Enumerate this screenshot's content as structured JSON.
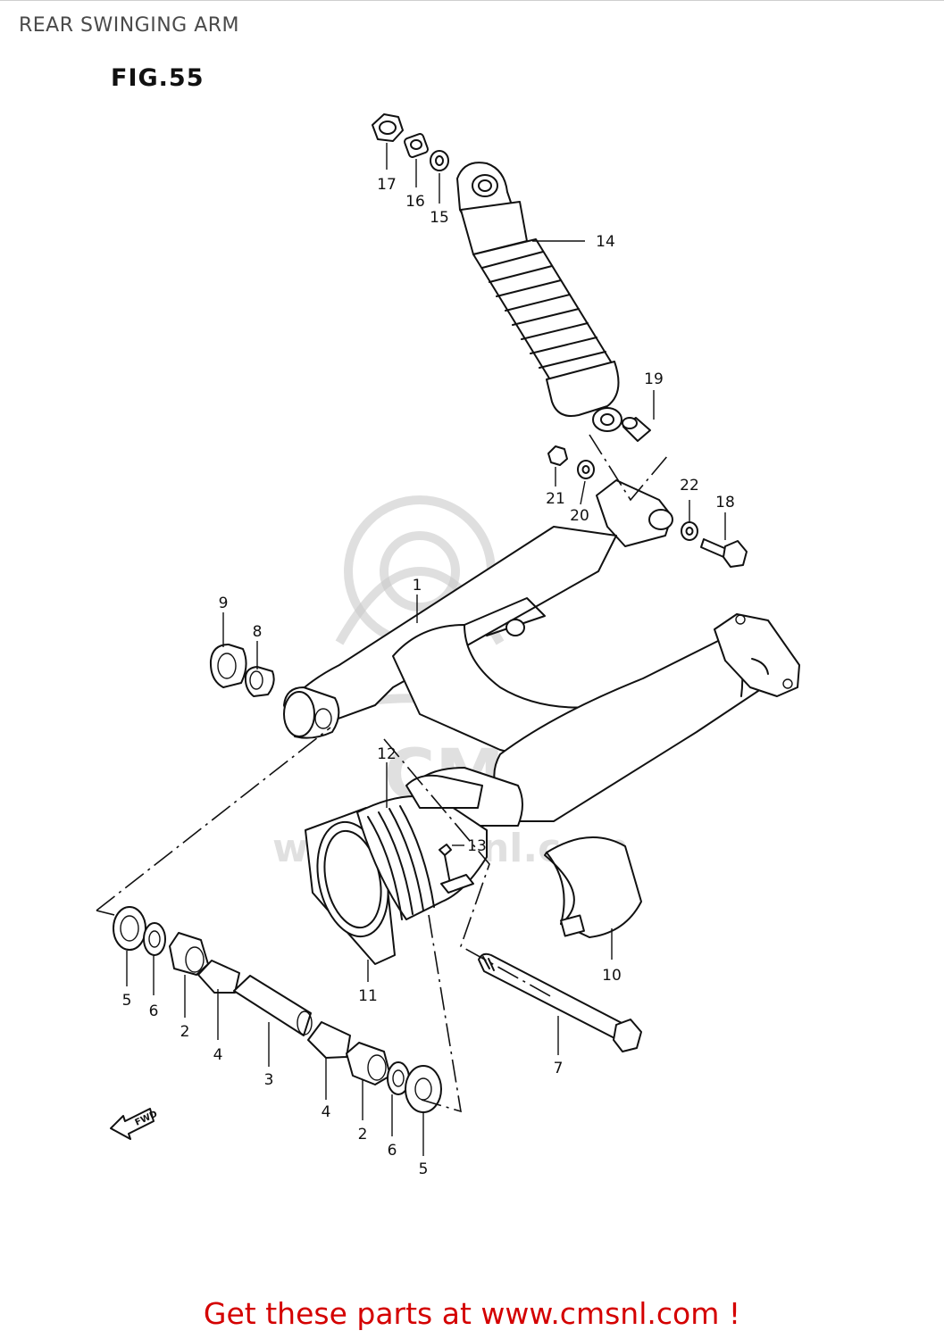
{
  "page": {
    "title": "REAR SWINGING ARM",
    "figure_label": "FIG.55",
    "forward_label": "FWD",
    "cta_text": "Get these parts at www.cmsnl.com !",
    "watermark_text": "www.cmsnl.com",
    "watermark_logo_letters": "CMS"
  },
  "callouts": [
    {
      "id": "17",
      "label": "17"
    },
    {
      "id": "16",
      "label": "16"
    },
    {
      "id": "15",
      "label": "15"
    },
    {
      "id": "14",
      "label": "14"
    },
    {
      "id": "19",
      "label": "19"
    },
    {
      "id": "21",
      "label": "21"
    },
    {
      "id": "20",
      "label": "20"
    },
    {
      "id": "22",
      "label": "22"
    },
    {
      "id": "18",
      "label": "18"
    },
    {
      "id": "1",
      "label": "1"
    },
    {
      "id": "9",
      "label": "9"
    },
    {
      "id": "8",
      "label": "8"
    },
    {
      "id": "12",
      "label": "12"
    },
    {
      "id": "13",
      "label": "13"
    },
    {
      "id": "11",
      "label": "11"
    },
    {
      "id": "10",
      "label": "10"
    },
    {
      "id": "5a",
      "label": "5"
    },
    {
      "id": "6a",
      "label": "6"
    },
    {
      "id": "2a",
      "label": "2"
    },
    {
      "id": "4a",
      "label": "4"
    },
    {
      "id": "3",
      "label": "3"
    },
    {
      "id": "4b",
      "label": "4"
    },
    {
      "id": "2b",
      "label": "2"
    },
    {
      "id": "6b",
      "label": "6"
    },
    {
      "id": "5b",
      "label": "5"
    },
    {
      "id": "7",
      "label": "7"
    }
  ],
  "colors": {
    "line": "#111111",
    "cta": "#d40000",
    "title": "#4a4a4a",
    "watermark": "#c9c9c9"
  }
}
